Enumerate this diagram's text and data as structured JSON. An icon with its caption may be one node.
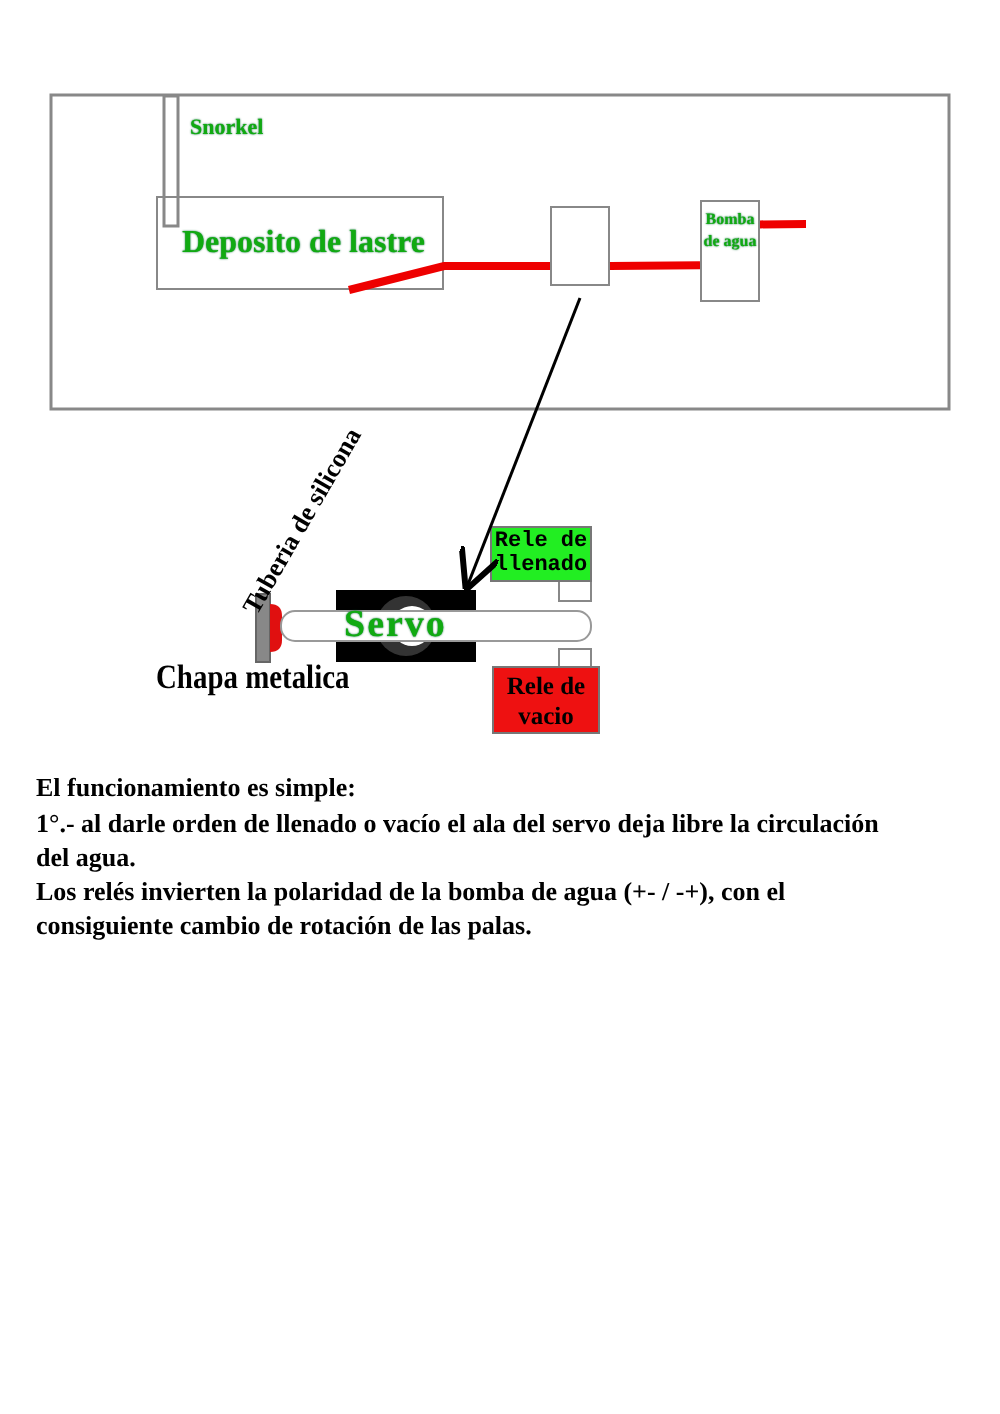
{
  "diagram": {
    "nodes": [
      {
        "text": [
          "Deposito de lastre"
        ]
      },
      {
        "text": [],
        "shape": "box"
      },
      {
        "text": [
          "Bomba de agua"
        ]
      },
      {
        "text": [
          "Servo"
        ]
      },
      {
        "text": [
          "Rele de llenado"
        ]
      },
      {
        "text": [
          "Rele de vacio"
        ]
      }
    ],
    "edges": [
      {
        "from": 0,
        "to": 1,
        "arrow": "none"
      },
      {
        "from": 1,
        "to": 2,
        "arrow": "none"
      },
      {
        "from": 2,
        "to": null,
        "arrow": "none"
      },
      {
        "from": 1,
        "to": 3,
        "arrow": "to",
        "color": "#000000"
      }
    ],
    "labels": [
      "Snorkel",
      "Tuberia de silicona",
      "Chapa metalica",
      "El funcionamiento es simple:",
      "1°.- al darle orden de llenado o vacío el ala del servo deja libre la circulación del agua.",
      "Los relés invierten la polaridad de la bomba de agua (+- / -+), con el consiguiente cambio de rotación de las palas."
    ]
  }
}
